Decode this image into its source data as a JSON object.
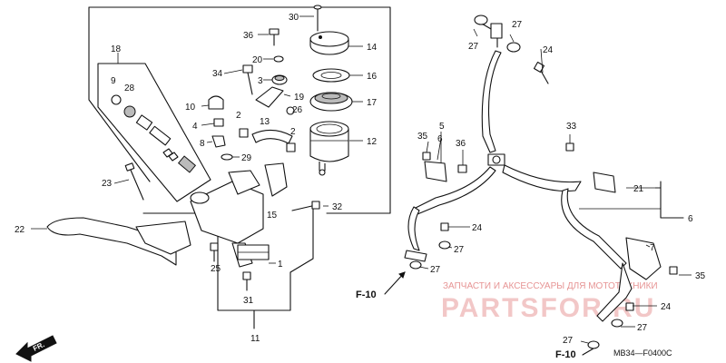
{
  "diagram_code": "MB34—F0400C",
  "fr_label": "FR.",
  "watermark": {
    "top_text": "ЗАПЧАСТИ И АКСЕССУАРЫ ДЛЯ МОТОТЕХНИКИ",
    "brand": "PARTSFOR.RU"
  },
  "refs": {
    "left": "F-10",
    "bottom": "F-10"
  },
  "colors": {
    "ink": "#111111",
    "watermark": "#d23b3b"
  },
  "labels": {
    "n1": "1",
    "n2a": "2",
    "n2b": "2",
    "n3": "3",
    "n4": "4",
    "n5": "5",
    "n6": "6",
    "n7": "7",
    "n8": "8",
    "n9": "9",
    "n10": "10",
    "n11": "11",
    "n12": "12",
    "n13": "13",
    "n14": "14",
    "n15": "15",
    "n16": "16",
    "n17": "17",
    "n18": "18",
    "n19": "19",
    "n20": "20",
    "n21": "21",
    "n22": "22",
    "n23": "23",
    "n24a": "24",
    "n24b": "24",
    "n24c": "24",
    "n25": "25",
    "n26": "26",
    "n27a": "27",
    "n27b": "27",
    "n27c": "27",
    "n27d": "27",
    "n27e": "27",
    "n27f": "27",
    "n28": "28",
    "n29": "29",
    "n30": "30",
    "n31": "31",
    "n32": "32",
    "n33": "33",
    "n34": "34",
    "n35a": "35",
    "n35b": "35",
    "n36a": "36",
    "n36b": "36",
    "n6r": "6"
  }
}
